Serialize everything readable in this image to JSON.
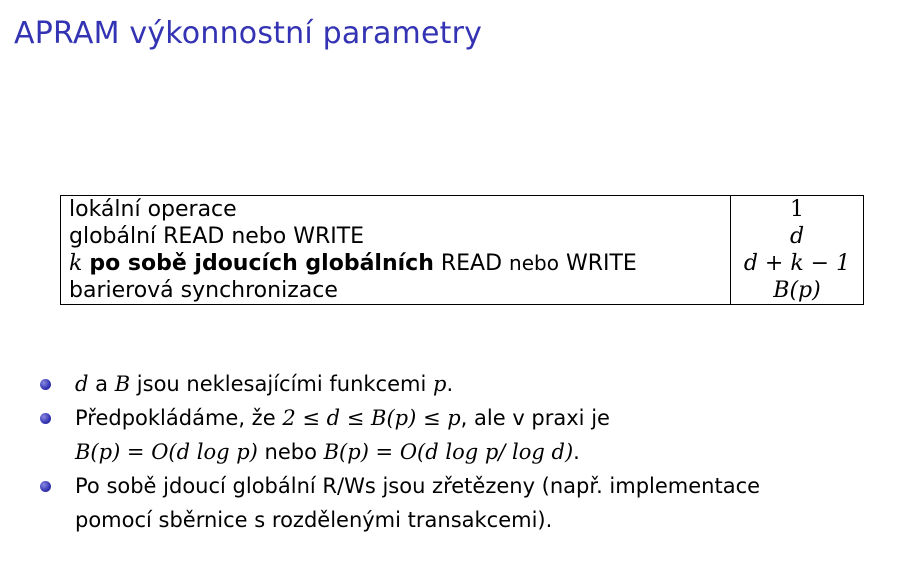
{
  "title": "APRAM výkonnostní parametry",
  "table": {
    "rows": [
      {
        "operation": "lokální operace",
        "cost": "1"
      },
      {
        "operation": "globální READ nebo WRITE",
        "cost": "d"
      },
      {
        "op_k": "k",
        "op_bold": "po sobě jdoucích globálních",
        "op_read": "READ",
        "op_nebo": "nebo",
        "op_write": "WRITE",
        "cost": "d + k − 1"
      },
      {
        "operation": "barierová synchronizace",
        "cost": "B(p)"
      }
    ]
  },
  "bullets": {
    "b1": {
      "m1": "d",
      "t1": " a ",
      "m2": "B",
      "t2": " jsou neklesajícími funkcemi ",
      "m3": "p",
      "t3": "."
    },
    "b2": {
      "t1": "Předpokládáme, že ",
      "m1": "2 ≤ d ≤ B(p) ≤ p",
      "t2": ", ale v praxi je",
      "m2": "B(p) = O(d log p)",
      "t3": " nebo ",
      "m3": "B(p) = O(d log p/ log d)",
      "t4": "."
    },
    "b3": {
      "line1": "Po sobě jdoucí globální R/Ws jsou zřetězeny (např. implementace",
      "line2": "pomocí sběrnice s rozdělenými transakcemi)."
    }
  },
  "colors": {
    "title": "#3333b3",
    "bullet": "#3333b3"
  }
}
